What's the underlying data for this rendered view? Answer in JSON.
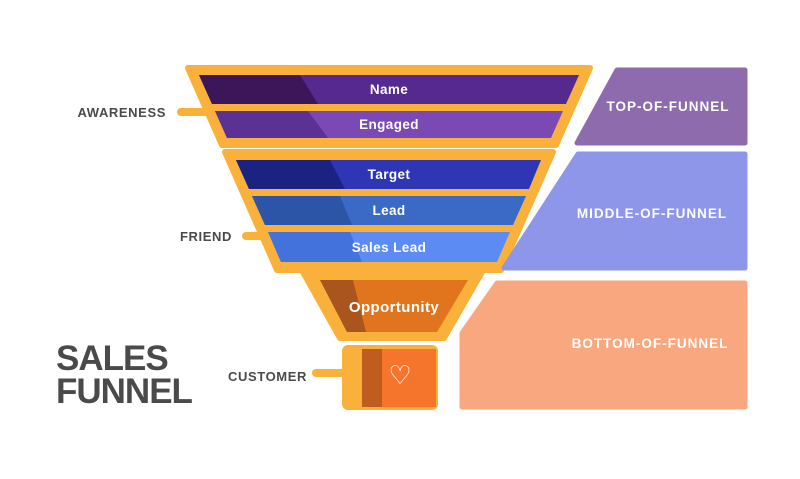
{
  "title": {
    "line1": "SALES",
    "line2": "FUNNEL",
    "color": "#4A4A4A"
  },
  "side_labels": {
    "awareness": "AWARENESS",
    "friend": "FRIEND",
    "customer": "CUSTOMER",
    "color": "#4A4A4A"
  },
  "funnel": {
    "outline_color": "#F9B13B",
    "label_color": "#FFFFFF",
    "layers": [
      {
        "label": "Name",
        "color": "#56298E",
        "shade": "#3B1759"
      },
      {
        "label": "Engaged",
        "color": "#7B49B5",
        "shade": "#5C3194"
      },
      {
        "label": "Target",
        "color": "#2F36B5",
        "shade": "#1B2282"
      },
      {
        "label": "Lead",
        "color": "#3A69C6",
        "shade": "#2C55A8"
      },
      {
        "label": "Sales Lead",
        "color": "#5C8CF3",
        "shade": "#4372DD"
      },
      {
        "label": "Opportunity",
        "color": "#E0751E",
        "shade": "#A9551D"
      }
    ],
    "stem": {
      "color": "#F4752B",
      "shade": "#BF5D1F",
      "heart_icon": "♡"
    }
  },
  "right_boxes": [
    {
      "label": "TOP-OF-FUNNEL",
      "color": "#8E6BAC"
    },
    {
      "label": "MIDDLE-OF-FUNNEL",
      "color": "#8E96E9"
    },
    {
      "label": "BOTTOM-OF-FUNNEL",
      "color": "#F9A77E"
    }
  ]
}
